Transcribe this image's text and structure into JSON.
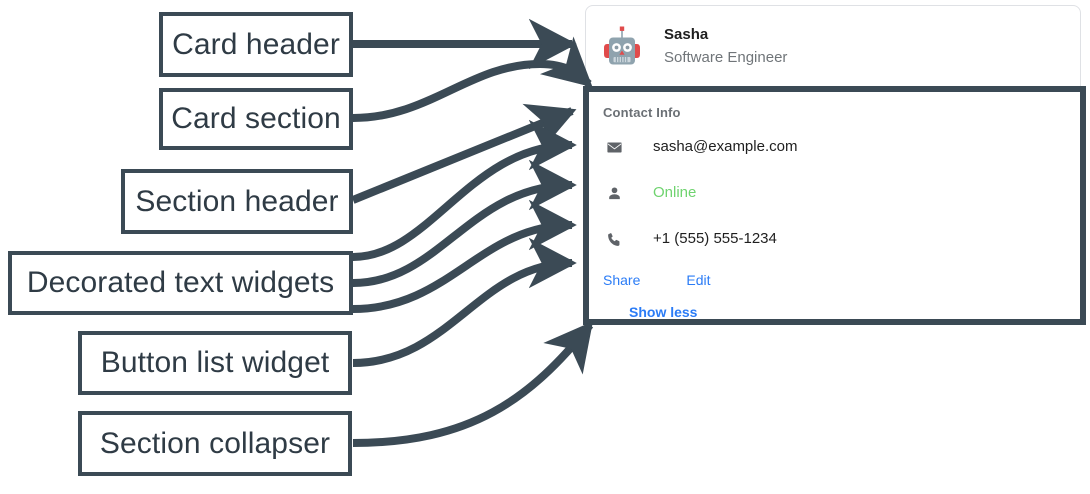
{
  "annotations": [
    {
      "id": "card-header",
      "label": "Card header"
    },
    {
      "id": "card-section",
      "label": "Card section"
    },
    {
      "id": "section-header",
      "label": "Section header"
    },
    {
      "id": "decorated-text",
      "label": "Decorated text widgets"
    },
    {
      "id": "button-list",
      "label": "Button list widget"
    },
    {
      "id": "section-collapser",
      "label": "Section collapser"
    }
  ],
  "card": {
    "header": {
      "avatar_icon": "robot-avatar-icon",
      "name": "Sasha",
      "subtitle": "Software Engineer"
    },
    "section": {
      "header": "Contact Info",
      "rows": [
        {
          "icon": "email-icon",
          "text": "sasha@example.com",
          "style": "default"
        },
        {
          "icon": "person-icon",
          "text": "Online",
          "style": "online"
        },
        {
          "icon": "phone-icon",
          "text": "+1 (555) 555-1234",
          "style": "default"
        }
      ],
      "buttons": [
        {
          "label": "Share"
        },
        {
          "label": "Edit"
        }
      ],
      "collapser": {
        "label": "Show less"
      }
    }
  },
  "colors": {
    "annotation": "#3b4a55",
    "link": "#2b7cf6",
    "online": "#6fd36f",
    "muted": "#707579",
    "text": "#1f1f1f",
    "card_border": "#dfe1e5",
    "icon": "#5f6368",
    "robot_body": "#8fa3ae",
    "robot_accent": "#e04b4b"
  }
}
